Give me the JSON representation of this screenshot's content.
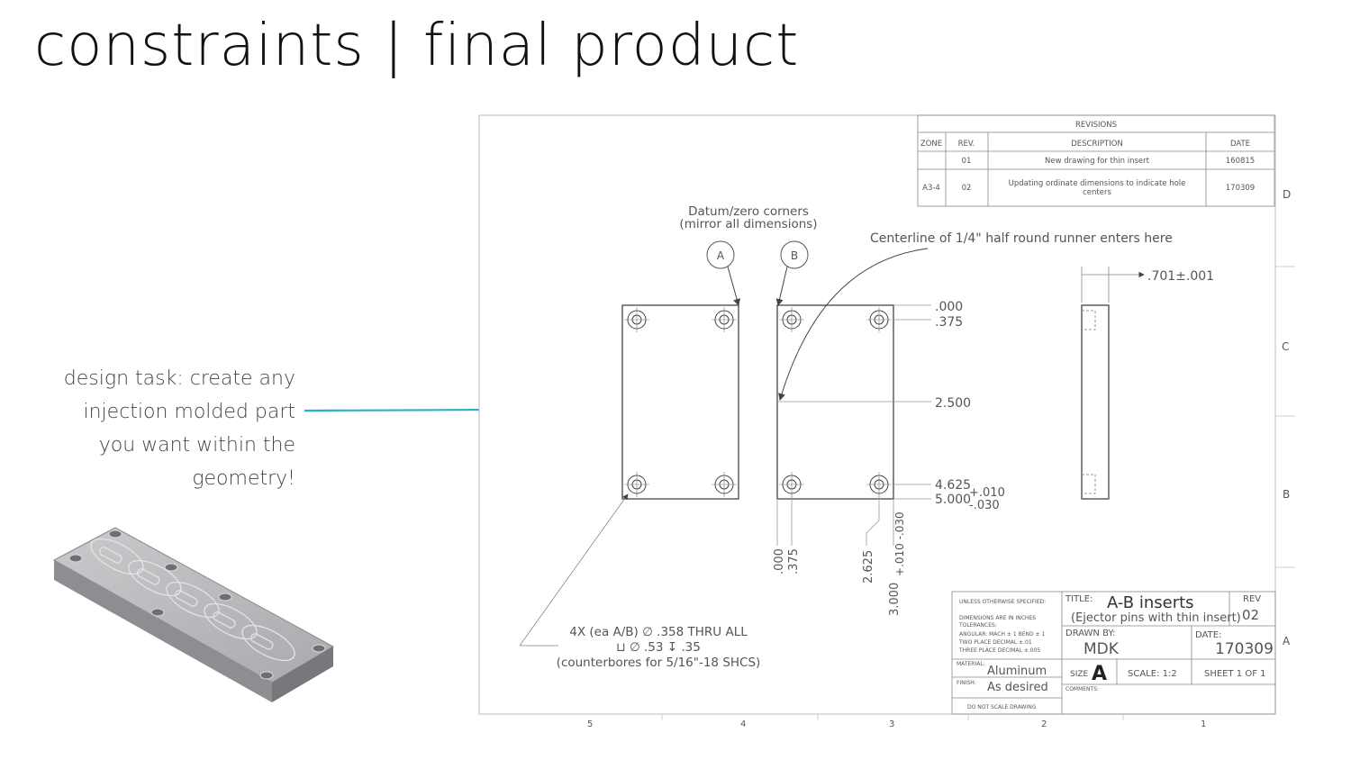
{
  "slide": {
    "title": "constraints | final product",
    "task_lines": [
      "design task: create any",
      "injection molded part",
      "you want within the",
      "geometry!"
    ],
    "accent_color": "#2ab0c8"
  },
  "drawing": {
    "revisions": {
      "header": "REVISIONS",
      "columns": [
        "ZONE",
        "REV.",
        "DESCRIPTION",
        "DATE"
      ],
      "rows": [
        {
          "zone": "",
          "rev": "01",
          "desc": "New drawing for thin insert",
          "date": "160815"
        },
        {
          "zone": "A3-4",
          "rev": "02",
          "desc": [
            "Updating ordinate dimensions to indicate hole",
            "centers"
          ],
          "date": "170309"
        }
      ]
    },
    "datum_note": [
      "Datum/zero corners",
      "(mirror all dimensions)"
    ],
    "datum_a": "A",
    "datum_b": "B",
    "runner_note": "Centerline of 1/4\" half round runner enters here",
    "thickness_dim": ".701±.001",
    "y_dims": [
      ".000",
      ".375",
      "2.500",
      "4.625",
      "5.000"
    ],
    "tolerance": [
      "+.010",
      "-.030"
    ],
    "x_dims": [
      ".000",
      ".375",
      "2.625",
      "3.000"
    ],
    "x_tolerance": "+.010 -.030",
    "hole_note": [
      "4X (ea A/B) ∅ .358 THRU ALL",
      "⊔ ∅ .53 ↧ .35",
      "(counterbores for 5/16\"-18 SHCS)"
    ],
    "zones_right": [
      "D",
      "C",
      "B",
      "A"
    ],
    "zones_bottom": [
      "5",
      "4",
      "3",
      "2",
      "1"
    ],
    "title_block": {
      "unless_lines": [
        "UNLESS OTHERWISE SPECIFIED:",
        "DIMENSIONS ARE IN INCHES",
        "TOLERANCES:",
        "ANGULAR: MACH ± 1  BEND ± 1",
        "TWO PLACE DECIMAL  ±.01",
        "THREE PLACE DECIMAL  ±.005"
      ],
      "title_label": "TITLE:",
      "title": "A-B inserts",
      "subtitle": "(Ejector pins with thin insert)",
      "rev_label": "REV",
      "rev": "02",
      "drawn_label": "DRAWN BY:",
      "drawn": "MDK",
      "date_label": "DATE:",
      "date": "170309",
      "material_label": "MATERIAL:",
      "material": "Aluminum",
      "finish_label": "FINISH:",
      "finish": "As desired",
      "size_label": "SIZE",
      "size": "A",
      "scale": "SCALE: 1:2",
      "sheet": "SHEET 1 OF 1",
      "comments_label": "COMMENTS:",
      "no_scale": "DO NOT SCALE DRAWING"
    }
  }
}
